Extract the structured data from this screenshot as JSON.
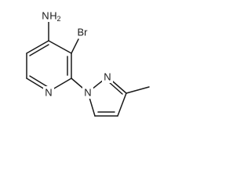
{
  "molecule": {
    "atoms": {
      "amine": {
        "symbol": "N",
        "hydrogens": "H",
        "count": "2"
      },
      "bromine": {
        "symbol": "Br"
      },
      "pyridine_n": {
        "symbol": "N"
      },
      "pyrazole_n1": {
        "symbol": "N"
      },
      "pyrazole_n2": {
        "symbol": "N"
      }
    }
  }
}
